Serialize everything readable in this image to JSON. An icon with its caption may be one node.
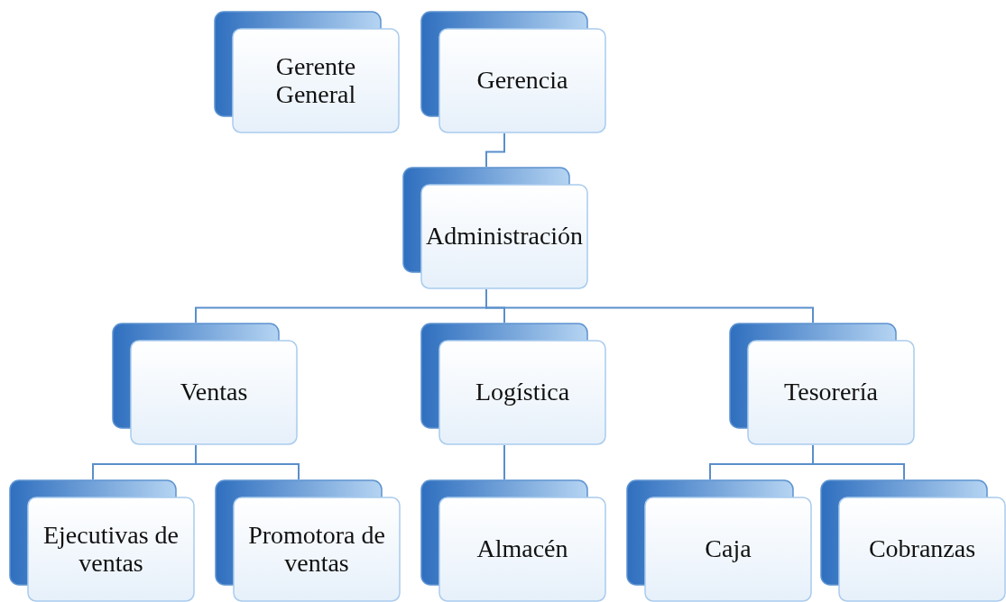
{
  "diagram": {
    "nodes": [
      {
        "text": [
          "Gerente General"
        ]
      },
      {
        "text": [
          "Gerencia"
        ]
      },
      {
        "text": [
          "Administración"
        ]
      },
      {
        "text": [
          "Ventas"
        ]
      },
      {
        "text": [
          "Logística"
        ]
      },
      {
        "text": [
          "Tesorería"
        ]
      },
      {
        "text": [
          "Ejecutivas de ventas"
        ]
      },
      {
        "text": [
          "Promotora de ventas"
        ]
      },
      {
        "text": [
          "Almacén"
        ]
      },
      {
        "text": [
          "Caja"
        ]
      },
      {
        "text": [
          "Cobranzas"
        ]
      }
    ],
    "edges": [
      {
        "from": 1,
        "to": 2,
        "arrow": "none"
      },
      {
        "from": 2,
        "to": 3,
        "arrow": "none"
      },
      {
        "from": 2,
        "to": 4,
        "arrow": "none"
      },
      {
        "from": 2,
        "to": 5,
        "arrow": "none"
      },
      {
        "from": 3,
        "to": 6,
        "arrow": "none"
      },
      {
        "from": 3,
        "to": 7,
        "arrow": "none"
      },
      {
        "from": 4,
        "to": 8,
        "arrow": "none"
      },
      {
        "from": 5,
        "to": 9,
        "arrow": "none"
      },
      {
        "from": 5,
        "to": 10,
        "arrow": "none"
      }
    ]
  }
}
